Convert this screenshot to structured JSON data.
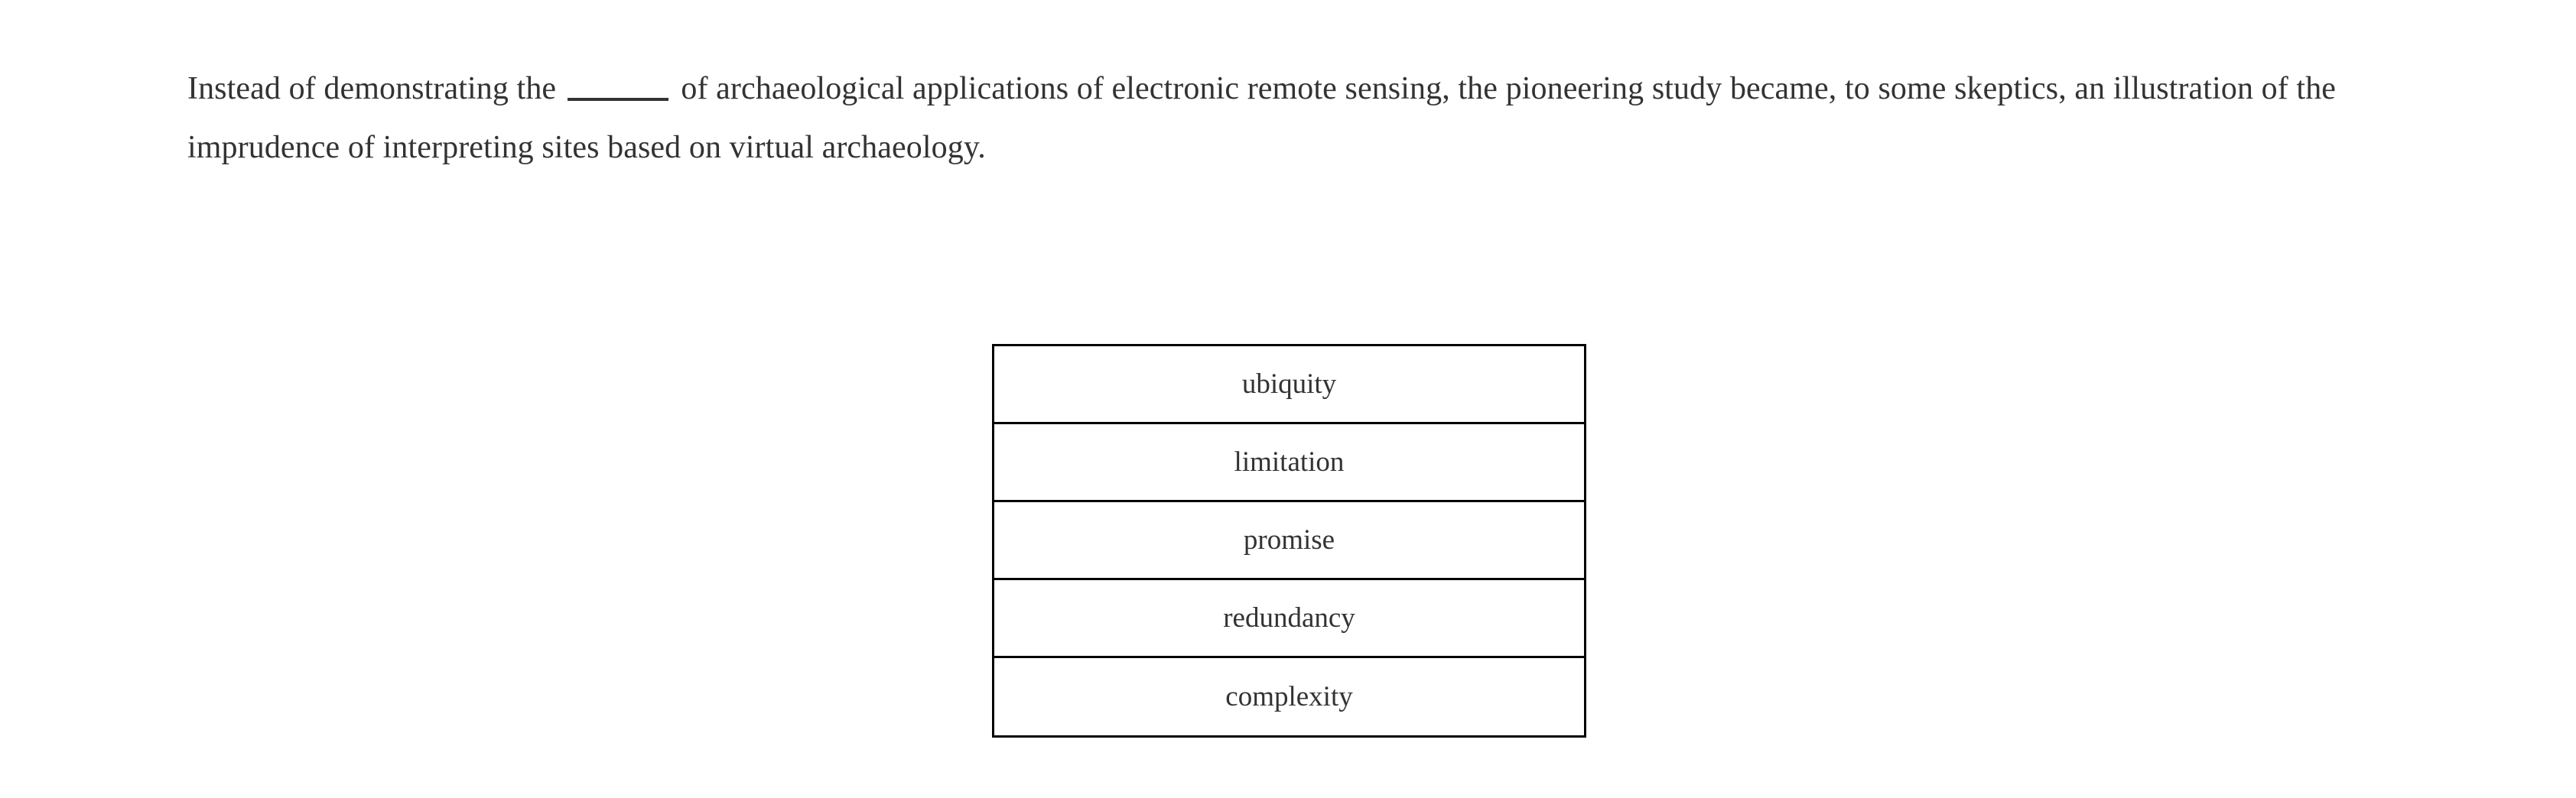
{
  "page": {
    "background_color": "#ffffff",
    "text_color": "#333333",
    "border_color": "#000000"
  },
  "question": {
    "text_before_blank": "Instead of demonstrating the ",
    "blank": "_____",
    "text_after_blank": " of archaeological applications of electronic remote sensing, the pioneering study became, to some skeptics, an illustration of the imprudence of interpreting sites based on virtual archaeology.",
    "full_text": "Instead of demonstrating the _____ of archaeological applications of electronic remote sensing, the pioneering study became, to some skeptics, an illustration of the imprudence of interpreting sites based on virtual archaeology."
  },
  "answer_choices": {
    "options": [
      {
        "label": "ubiquity"
      },
      {
        "label": "limitation"
      },
      {
        "label": "promise"
      },
      {
        "label": "redundancy"
      },
      {
        "label": "complexity"
      }
    ]
  }
}
